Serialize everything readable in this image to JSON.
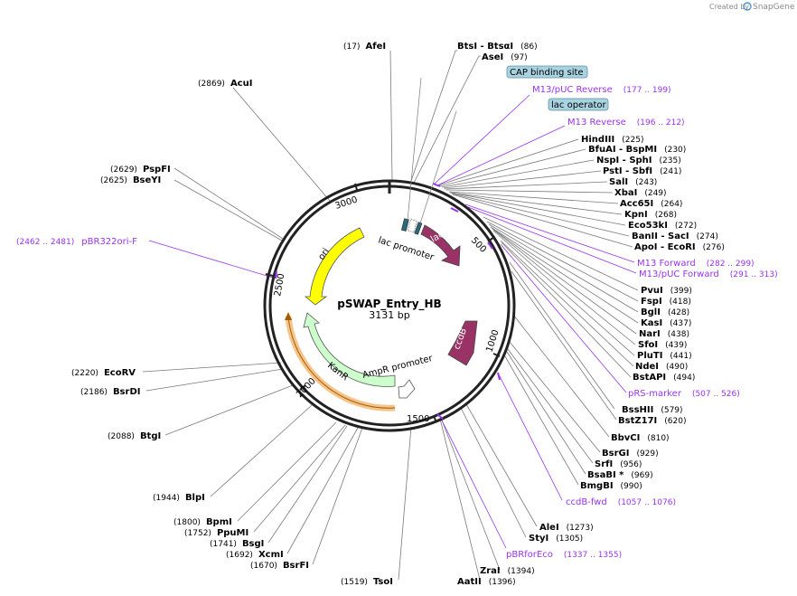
{
  "credit": {
    "prefix": "Created by",
    "brand": "SnapGene"
  },
  "plasmid": {
    "name": "pSWAP_Entry_HB",
    "length": "3131 bp"
  },
  "ruler_ticks": [
    "500",
    "1000",
    "1500",
    "2000",
    "2500",
    "3000"
  ],
  "features": [
    {
      "name": "ori",
      "color": "#ffff00"
    },
    {
      "name": "KanR",
      "color": "#ccffcc"
    },
    {
      "name": "lacZα",
      "color": "#993366"
    },
    {
      "name": "ccdB",
      "color": "#993366"
    },
    {
      "name": "lac promoter",
      "color": "#ffffff"
    },
    {
      "name": "AmpR promoter",
      "color": "#ffffff"
    },
    {
      "name": "CAP binding site",
      "color": "#a9d3e0"
    },
    {
      "name": "lac operator",
      "color": "#a9d3e0"
    }
  ],
  "sites": [
    {
      "name": "AfeI",
      "pos": "(17)"
    },
    {
      "name": "BtsI  -  BtsαI",
      "pos": "(86)"
    },
    {
      "name": "AseI",
      "pos": "(97)"
    },
    {
      "name": "AcuI",
      "pos": "(2869)"
    },
    {
      "name": "PspFI",
      "pos": "(2629)"
    },
    {
      "name": "BseYI",
      "pos": "(2625)"
    },
    {
      "name": "HindIII",
      "pos": "(225)"
    },
    {
      "name": "BfuAI  -  BspMI",
      "pos": "(230)"
    },
    {
      "name": "NspI  -  SphI",
      "pos": "(235)"
    },
    {
      "name": "PstI  -  SbfI",
      "pos": "(241)"
    },
    {
      "name": "SalI",
      "pos": "(243)"
    },
    {
      "name": "XbaI",
      "pos": "(249)"
    },
    {
      "name": "Acc65I",
      "pos": "(264)"
    },
    {
      "name": "KpnI",
      "pos": "(268)"
    },
    {
      "name": "Eco53kI",
      "pos": "(272)"
    },
    {
      "name": "BanII  -  SacI",
      "pos": "(274)"
    },
    {
      "name": "ApoI  -  EcoRI",
      "pos": "(276)"
    },
    {
      "name": "PvuI",
      "pos": "(399)"
    },
    {
      "name": "FspI",
      "pos": "(418)"
    },
    {
      "name": "BglI",
      "pos": "(428)"
    },
    {
      "name": "KasI",
      "pos": "(437)"
    },
    {
      "name": "NarI",
      "pos": "(438)"
    },
    {
      "name": "SfoI",
      "pos": "(439)"
    },
    {
      "name": "PluTI",
      "pos": "(441)"
    },
    {
      "name": "NdeI",
      "pos": "(490)"
    },
    {
      "name": "BstAPI",
      "pos": "(494)"
    },
    {
      "name": "BssHII",
      "pos": "(579)"
    },
    {
      "name": "BstZ17I",
      "pos": "(620)"
    },
    {
      "name": "BbvCI",
      "pos": "(810)"
    },
    {
      "name": "BsrGI",
      "pos": "(929)"
    },
    {
      "name": "SrfI",
      "pos": "(956)"
    },
    {
      "name": "BsaBI *",
      "pos": "(969)"
    },
    {
      "name": "BmgBI",
      "pos": "(990)"
    },
    {
      "name": "AleI",
      "pos": "(1273)"
    },
    {
      "name": "StyI",
      "pos": "(1305)"
    },
    {
      "name": "ZraI",
      "pos": "(1394)"
    },
    {
      "name": "AatII",
      "pos": "(1396)"
    },
    {
      "name": "TsoI",
      "pos": "(1519)"
    },
    {
      "name": "BsrFI",
      "pos": "(1670)"
    },
    {
      "name": "XcmI",
      "pos": "(1692)"
    },
    {
      "name": "BsgI",
      "pos": "(1741)"
    },
    {
      "name": "PpuMI",
      "pos": "(1752)"
    },
    {
      "name": "BpmI",
      "pos": "(1800)"
    },
    {
      "name": "BlpI",
      "pos": "(1944)"
    },
    {
      "name": "BtgI",
      "pos": "(2088)"
    },
    {
      "name": "BsrDI",
      "pos": "(2186)"
    },
    {
      "name": "EcoRV",
      "pos": "(2220)"
    }
  ],
  "primers": [
    {
      "name": "M13/pUC Reverse",
      "pos": "(177 .. 199)"
    },
    {
      "name": "M13 Reverse",
      "pos": "(196 .. 212)"
    },
    {
      "name": "M13 Forward",
      "pos": "(282 .. 299)"
    },
    {
      "name": "M13/pUC Forward",
      "pos": "(291 .. 313)"
    },
    {
      "name": "pRS-marker",
      "pos": "(507 .. 526)"
    },
    {
      "name": "ccdB-fwd",
      "pos": "(1057 .. 1076)"
    },
    {
      "name": "pBRforEco",
      "pos": "(1337 .. 1355)"
    },
    {
      "name": "pBR322ori-F",
      "pos": "(2462 .. 2481)"
    }
  ]
}
